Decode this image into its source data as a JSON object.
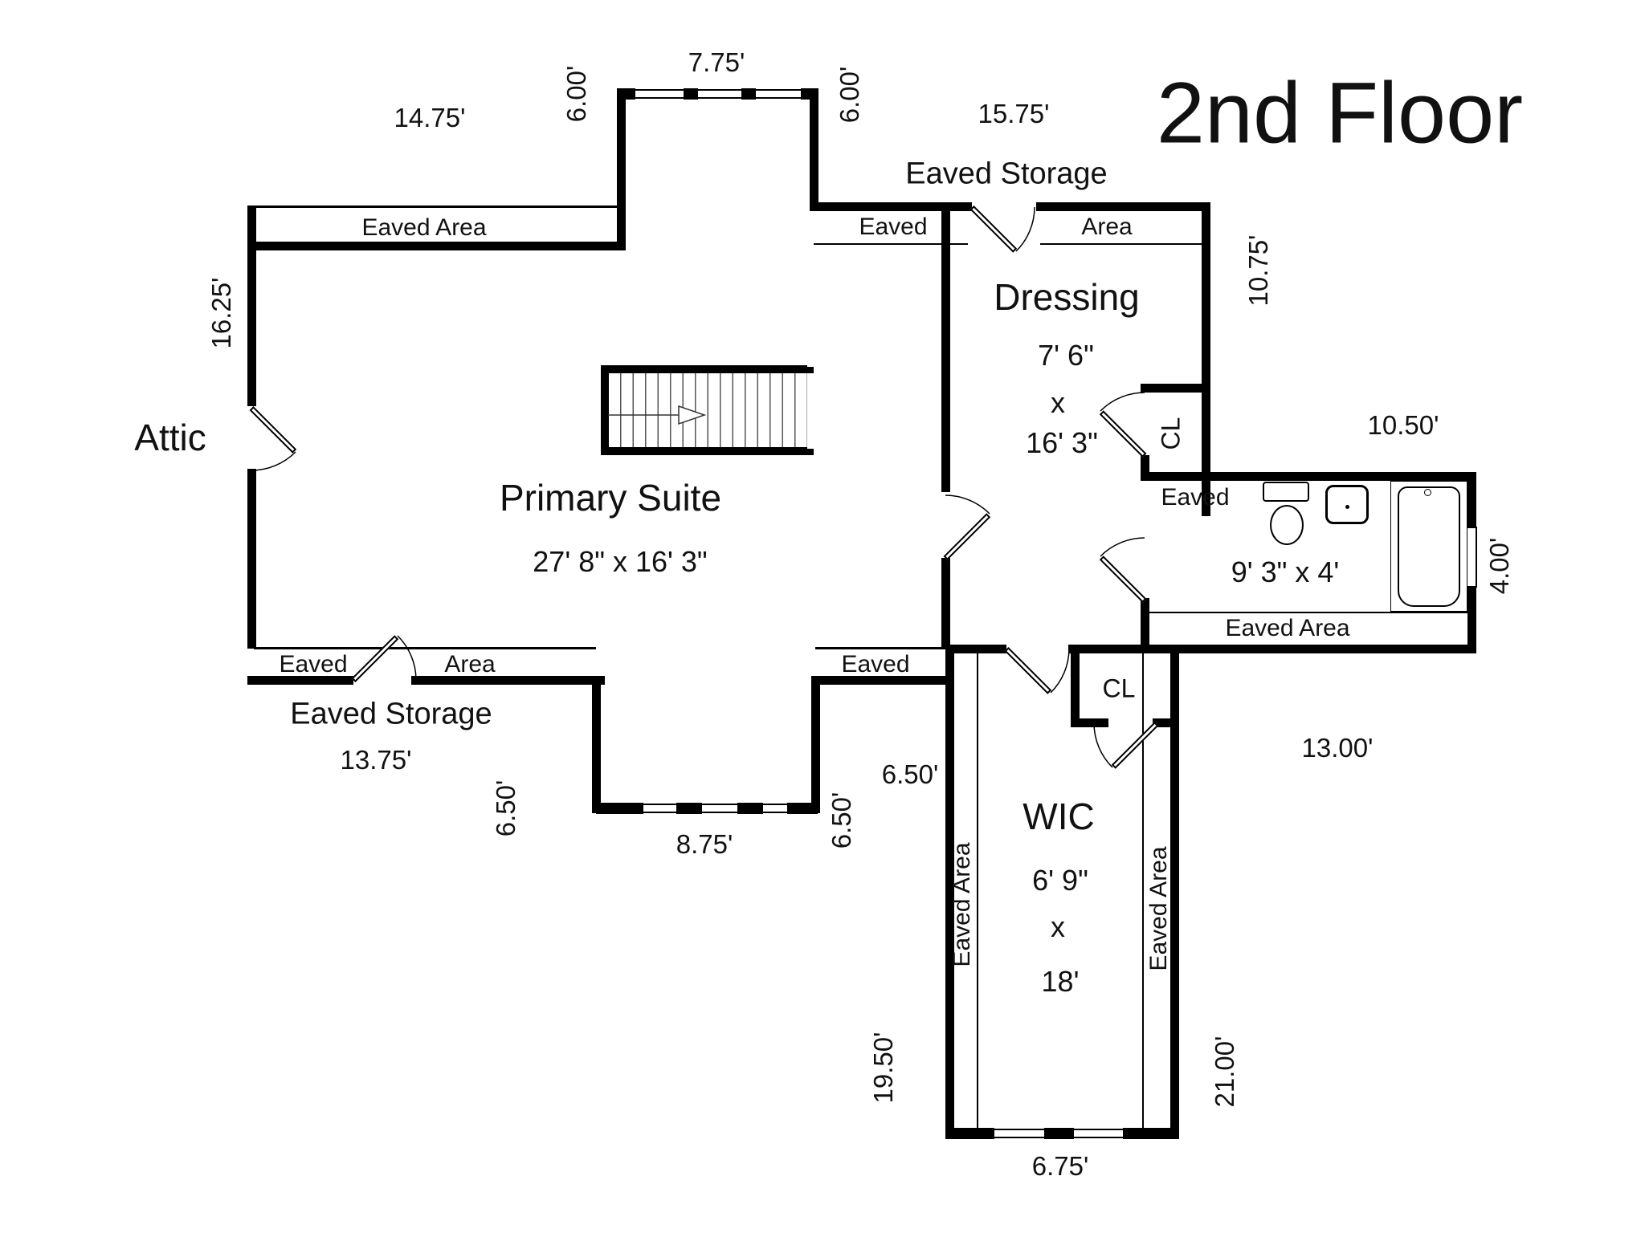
{
  "title": "2nd Floor",
  "rooms": {
    "attic": {
      "name": "Attic"
    },
    "primary": {
      "name": "Primary Suite",
      "dims": "27' 8\" x 16' 3\""
    },
    "dressing": {
      "name": "Dressing",
      "width": "7' 6\"",
      "by": "x",
      "length": "16' 3\""
    },
    "wic": {
      "name": "WIC",
      "width": "6' 9\"",
      "by": "x",
      "length": "18'"
    },
    "bathroom": {
      "dims": "9' 3\" x 4'"
    },
    "closet_dressing": {
      "name": "CL"
    },
    "closet_wic": {
      "name": "CL"
    }
  },
  "areas": {
    "eaved_area_top_left": "Eaved Area",
    "eaved_top_mid": "Eaved",
    "area_top_right": "Area",
    "eaved_storage_top": "Eaved Storage",
    "eaved_bottom_left": "Eaved",
    "area_bottom_left": "Area",
    "eaved_storage_bottom": "Eaved Storage",
    "eaved_bottom_mid": "Eaved",
    "eaved_bath": "Eaved",
    "eaved_area_bath": "Eaved Area",
    "eaved_area_wic_left": "Eaved Area",
    "eaved_area_wic_right": "Eaved Area"
  },
  "dimensions": {
    "top_left_width": "14.75'",
    "dormer_left_depth": "6.00'",
    "dormer_width": "7.75'",
    "dormer_right_depth": "6.00'",
    "top_right_width": "15.75'",
    "left_height": "16.25'",
    "dressing_height": "10.75'",
    "bath_width": "10.50'",
    "bath_depth": "4.00'",
    "storage_bottom_width": "13.75'",
    "bump_left_depth": "6.50'",
    "bump_width": "8.75'",
    "bump_right_depth": "6.50'",
    "wic_top_offset": "6.50'",
    "right_mid_width": "13.00'",
    "wic_left_height": "19.50'",
    "wic_right_height": "21.00'",
    "wic_bottom_width": "6.75'"
  },
  "colors": {
    "line": "#000000",
    "background": "#ffffff"
  }
}
